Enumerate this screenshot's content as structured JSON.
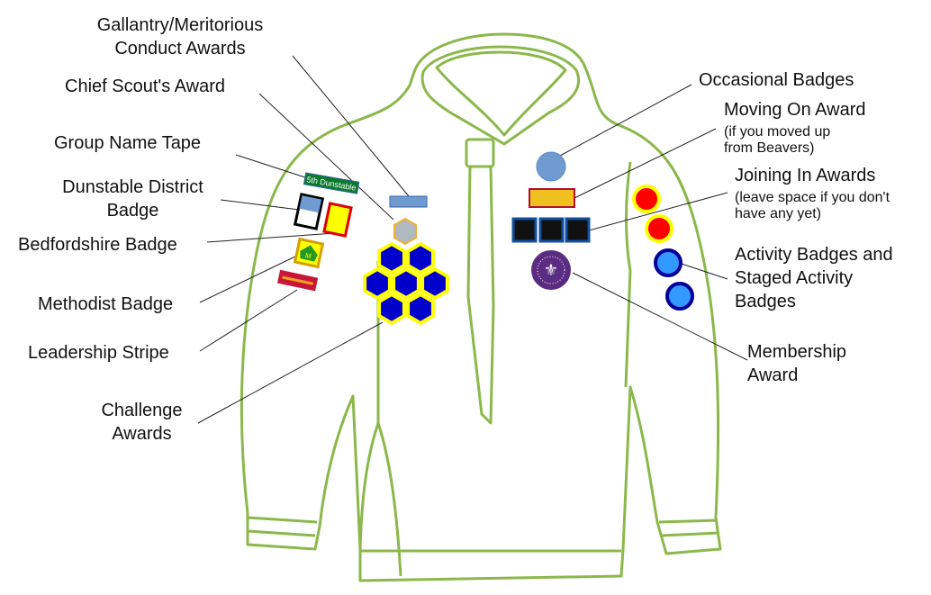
{
  "labels": {
    "gallantry": [
      "Gallantry/Meritorious",
      "Conduct Awards"
    ],
    "chief_scout": "Chief Scout's Award",
    "group_tape": "Group Name Tape",
    "district": [
      "Dunstable District",
      "Badge"
    ],
    "bedfordshire": "Bedfordshire Badge",
    "methodist": "Methodist Badge",
    "leadership": "Leadership Stripe",
    "challenge": [
      "Challenge",
      "Awards"
    ],
    "occasional": "Occasional Badges",
    "moving_on": "Moving On Award",
    "moving_on_note": [
      "(if you moved up",
      "from Beavers)"
    ],
    "joining_in": "Joining In Awards",
    "joining_in_note": [
      "(leave space if you don't",
      "have any yet)"
    ],
    "activity": [
      "Activity Badges and",
      "Staged Activity",
      "Badges"
    ],
    "membership": [
      "Membership",
      "Award"
    ]
  },
  "badge_text": {
    "tape": "5th Dunstable",
    "methodist": "M"
  },
  "colors": {
    "shirt": "#8ab84a",
    "challenge_fill": "#0000cc",
    "challenge_border": "#ffff00",
    "activity_fill": "#3399ff",
    "activity_border": "#000099",
    "joining_fill": "#ff0000",
    "membership": "#5a2d82"
  }
}
